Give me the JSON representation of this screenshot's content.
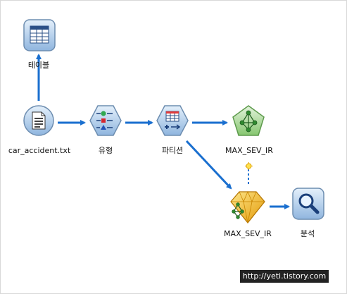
{
  "nodes": {
    "table": {
      "label": "테이블",
      "icon": "table-output-icon"
    },
    "source": {
      "label": "car_accident.txt",
      "icon": "variable-file-icon"
    },
    "type": {
      "label": "유형",
      "icon": "type-node-icon"
    },
    "partition": {
      "label": "파티션",
      "icon": "partition-node-icon"
    },
    "model_build": {
      "label": "MAX_SEV_IR",
      "icon": "neural-net-build-icon"
    },
    "model_nugget": {
      "label": "MAX_SEV_IR",
      "icon": "model-nugget-icon"
    },
    "analysis": {
      "label": "분석",
      "icon": "analysis-icon"
    }
  },
  "watermark": "http://yeti.tistory.com",
  "colors": {
    "arrow": "#1a6fcf",
    "node_fill": "#b8d3ee",
    "node_border": "#6d8db0",
    "model_build_fill": "#a8d79a",
    "nugget_fill": "#f2b21c"
  }
}
